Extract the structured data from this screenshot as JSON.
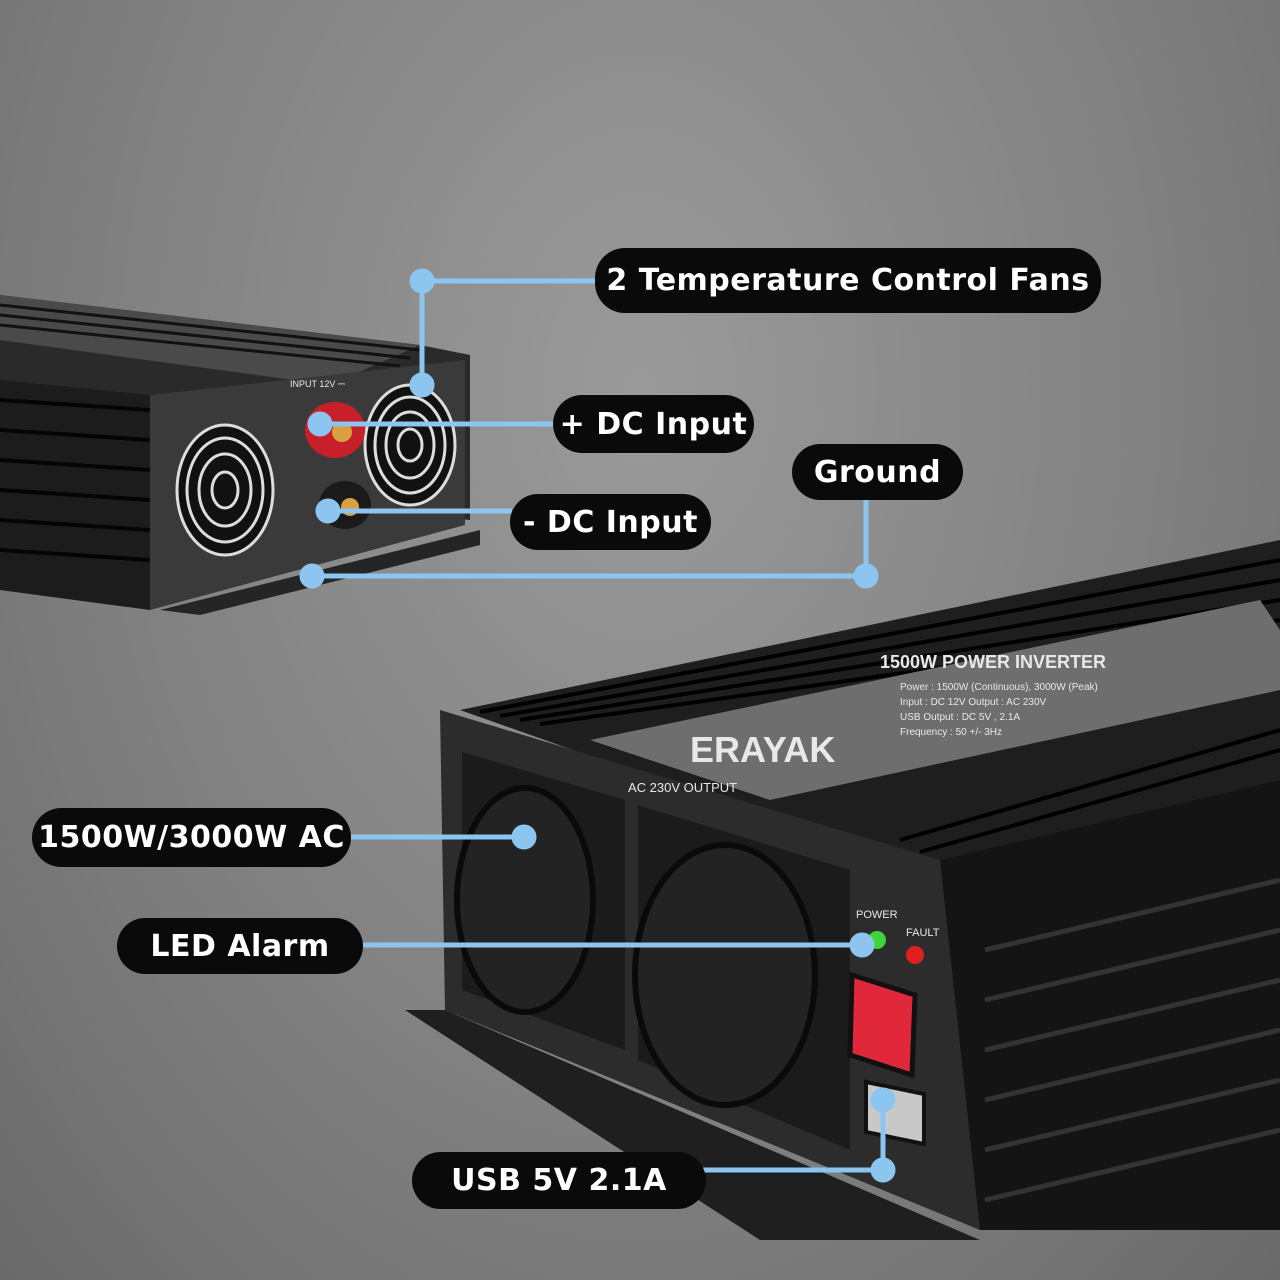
{
  "callouts": {
    "fans": "2 Temperature Control Fans",
    "dc_plus": "+ DC Input",
    "ground": "Ground",
    "dc_minus": "- DC Input",
    "ac_output": "1500W/3000W AC",
    "led_alarm": "LED Alarm",
    "usb": "USB 5V 2.1A"
  },
  "device": {
    "brand": "ERAYAK",
    "model_title": "1500W POWER INVERTER",
    "spec_lines": [
      "Power : 1500W (Continuous), 3000W (Peak)",
      "Input : DC 12V      Output : AC 230V",
      "USB Output : DC 5V , 2.1A",
      "Frequency : 50 +/- 3Hz"
    ],
    "ac_label": "AC 230V OUTPUT",
    "power_label": "POWER",
    "fault_label": "FAULT",
    "input_label": "INPUT 12V ⎓"
  },
  "colors": {
    "callout_line": "#8cc6f0",
    "pill_bg": "#0a0a0a",
    "led_power": "#3fd43a",
    "led_fault": "#e02020",
    "switch": "#e0283a",
    "terminal_plus": "#c8202a"
  }
}
